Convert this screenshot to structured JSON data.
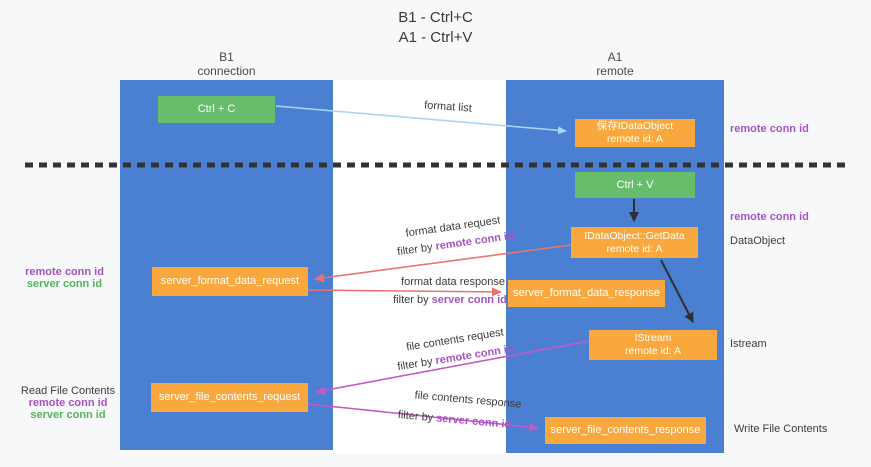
{
  "title": {
    "line1": "B1 - Ctrl+C",
    "line2": "A1 - Ctrl+V"
  },
  "lifelines": {
    "left": {
      "name": "B1",
      "role": "connection"
    },
    "right": {
      "name": "A1",
      "role": "remote"
    }
  },
  "nodes": {
    "ctrl_c": {
      "label": "Ctrl + C"
    },
    "ctrl_v": {
      "label": "Ctrl + V"
    },
    "save_idataobject": {
      "line1": "保存IDataObject",
      "line2": "remote id: A"
    },
    "getdata": {
      "line1": "IDataObject::GetData",
      "line2": "remote id: A"
    },
    "istream": {
      "line1": "IStream",
      "line2": "remote id: A"
    },
    "format_request": {
      "label": "server_format_data_request"
    },
    "format_response": {
      "label": "server_format_data_response"
    },
    "file_request": {
      "label": "server_file_contents_request"
    },
    "file_response": {
      "label": "server_file_contents_response"
    }
  },
  "edge_labels": {
    "format_list": "format list",
    "format_data_request": "format data request",
    "format_data_request_filter": "filter by",
    "format_data_request_id": "remote conn id",
    "format_data_response": "format data response",
    "format_data_response_filter": "filter by",
    "format_data_response_id": "server conn id",
    "file_contents_request": "file contents request",
    "file_contents_request_filter": "filter by",
    "file_contents_request_id": "remote conn id",
    "file_contents_response": "file contents response",
    "file_contents_response_filter": "filter by",
    "file_contents_response_id": "server conn id"
  },
  "side_labels": {
    "right_conn_id_top": "remote conn id",
    "right_conn_id_mid": "remote conn id",
    "dataobject": "DataObject",
    "istream": "Istream",
    "write_file_contents": "Write File Contents",
    "read_file_contents": "Read File Contents",
    "left_remote_conn_id_1": "remote conn id",
    "left_server_conn_id_1": "server conn id",
    "left_remote_conn_id_2": "remote conn id",
    "left_server_conn_id_2": "server conn id"
  },
  "colors": {
    "lifeline_blue": "#4a7fd2",
    "box_green": "#68bd6d",
    "box_orange": "#f9a83e",
    "arrow_light_blue": "#a9d5f5",
    "arrow_red": "#e97370",
    "arrow_magenta": "#c45ac4",
    "arrow_black": "#333333",
    "text_purple": "#a852c4",
    "text_green": "#53b45a",
    "band_white": "#ffffff",
    "background": "#f7f8f9"
  }
}
